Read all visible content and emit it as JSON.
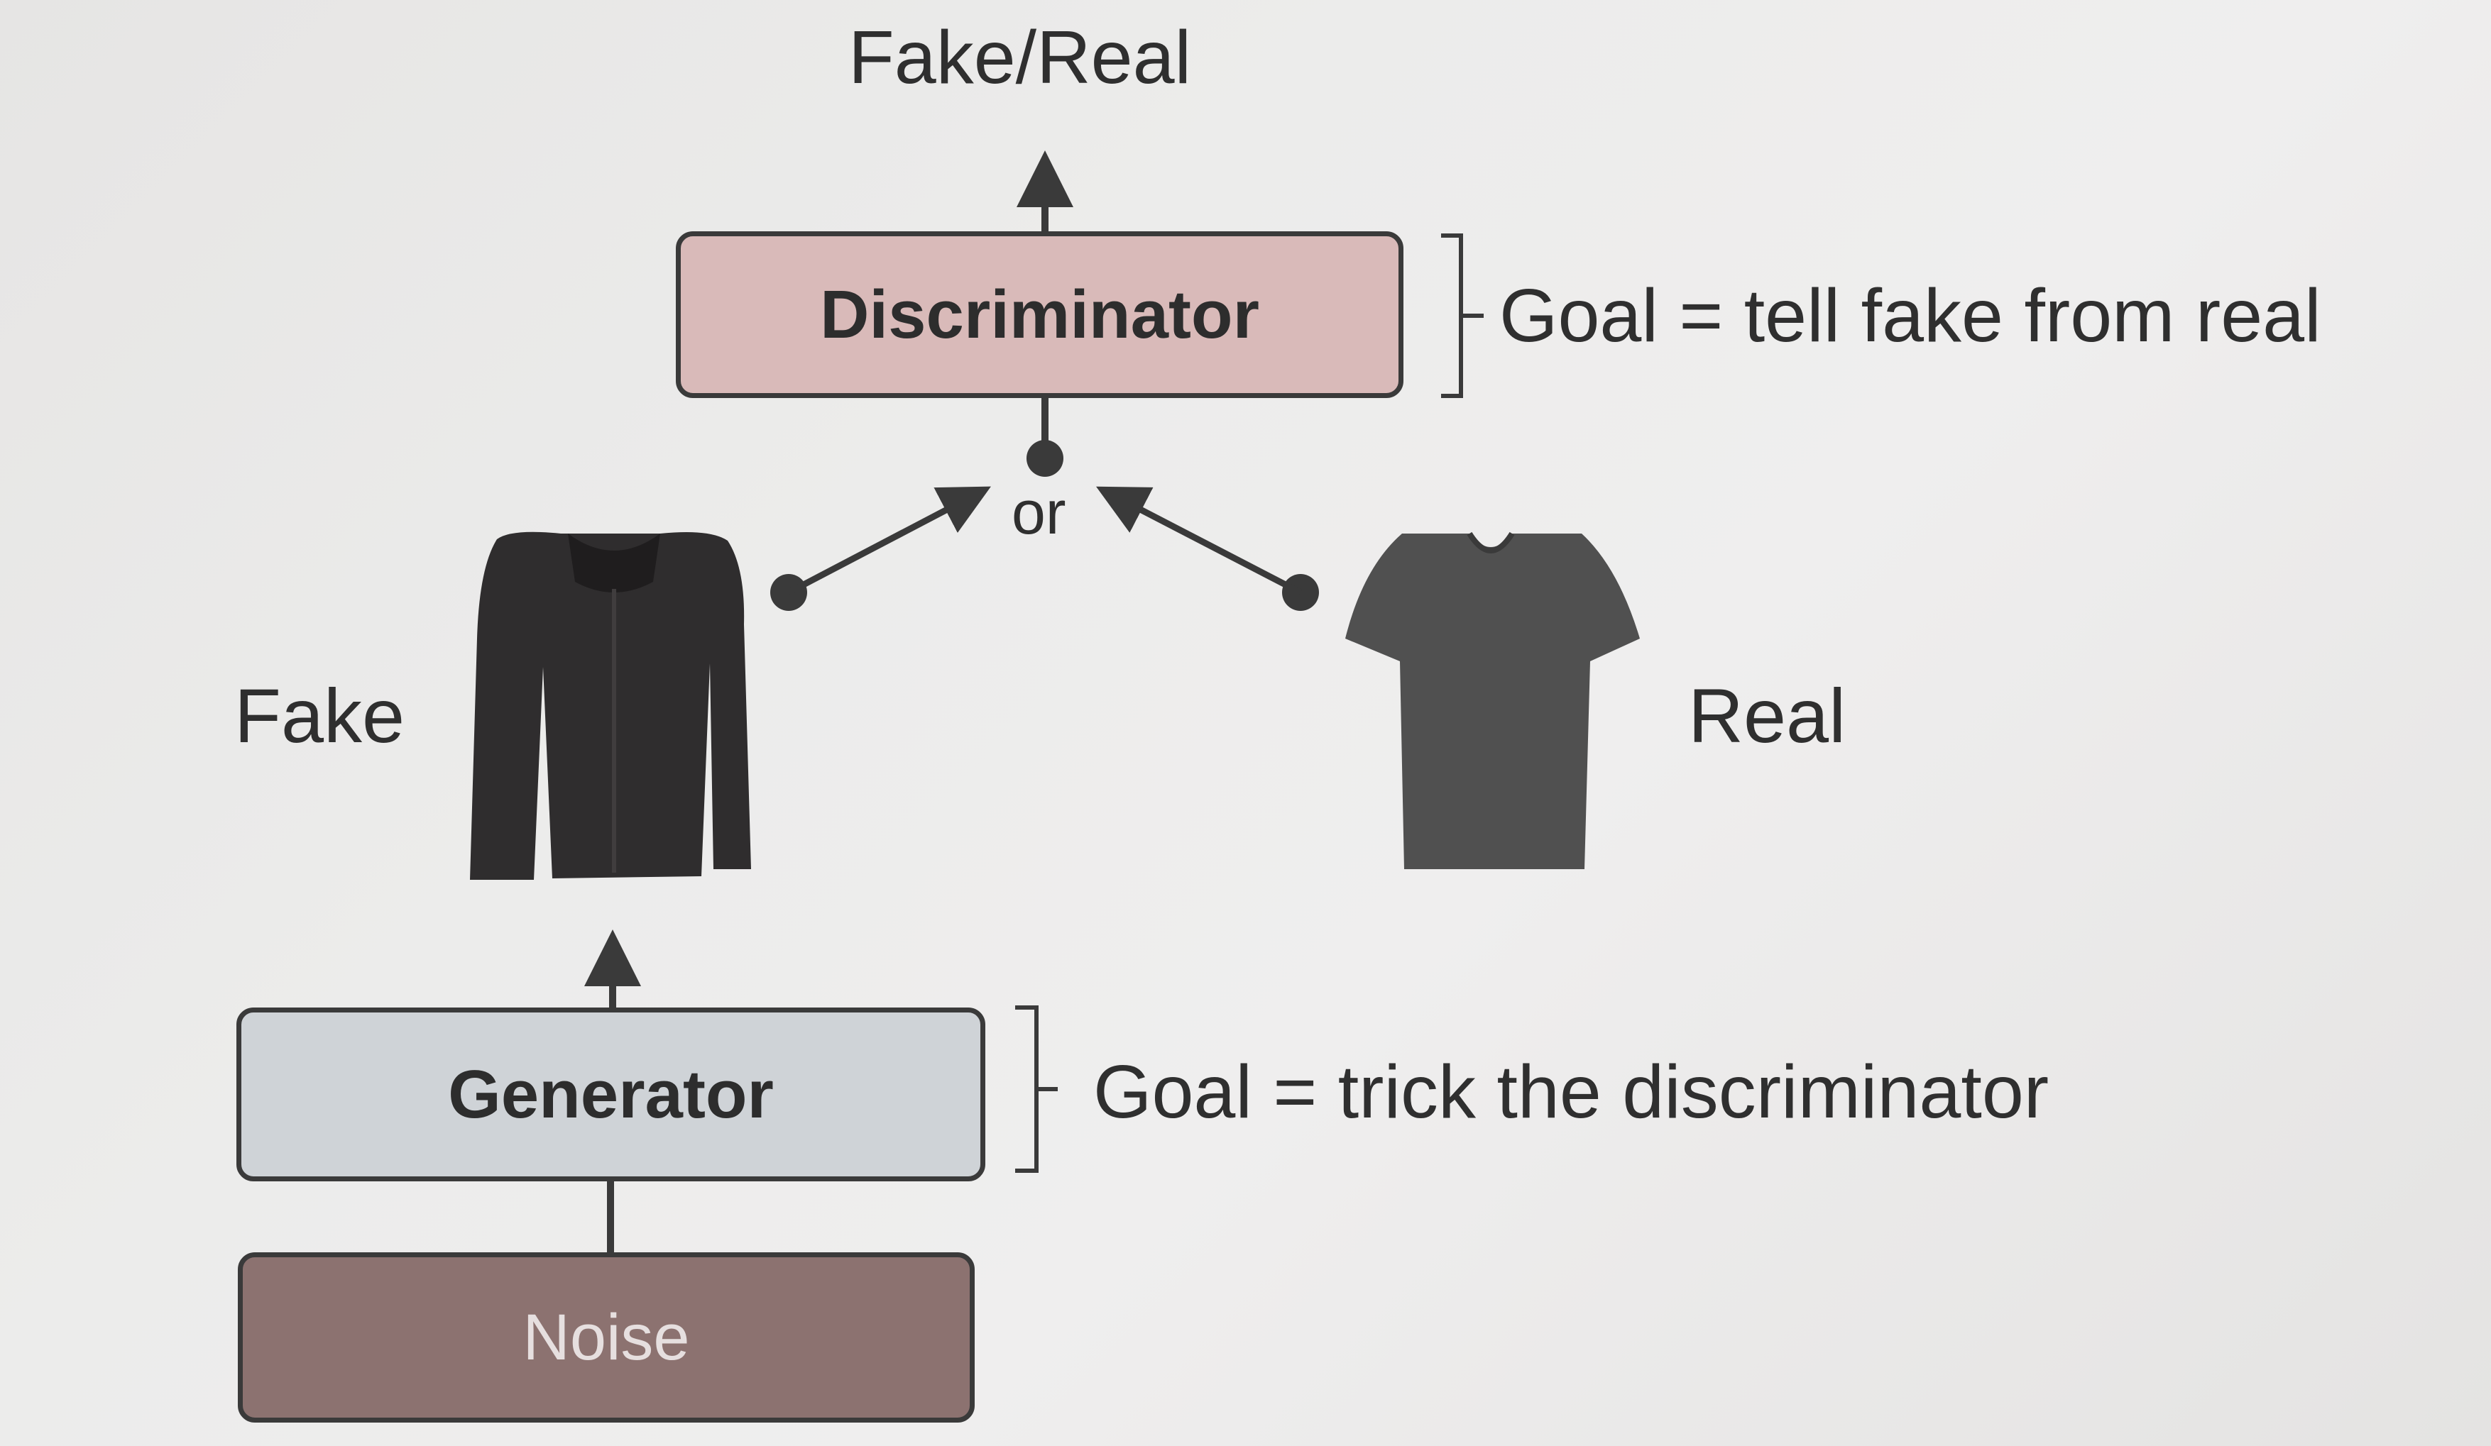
{
  "diagram": {
    "output_label": "Fake/Real",
    "discriminator": {
      "label": "Discriminator",
      "goal": "Goal = tell fake from real"
    },
    "selector_label": "or",
    "fake_label": "Fake",
    "real_label": "Real",
    "fake_image": {
      "icon": "hoodie-icon"
    },
    "real_image": {
      "icon": "tshirt-icon"
    },
    "generator": {
      "label": "Generator",
      "goal": "Goal = trick the discriminator"
    },
    "noise": {
      "label": "Noise"
    }
  },
  "colors": {
    "background": "#e9e7e6",
    "discriminator_fill": "#d9bab9",
    "generator_fill": "#cfd3d7",
    "noise_fill": "#8c7270",
    "line": "#3a3a3a"
  }
}
